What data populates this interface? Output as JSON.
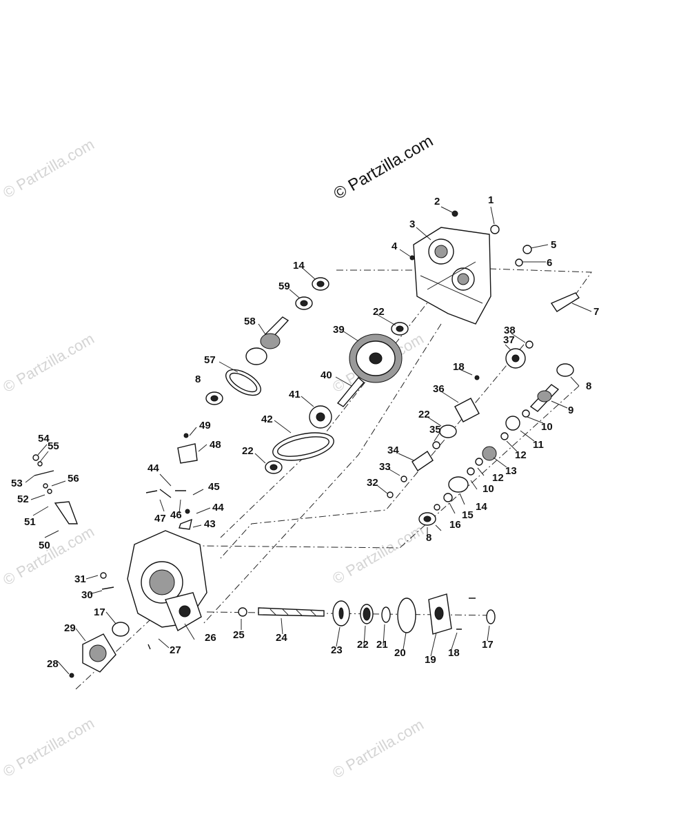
{
  "watermark": {
    "text": "© Partzilla.com",
    "main_text": "© Partzilla.com"
  },
  "callouts": [
    "1",
    "2",
    "3",
    "4",
    "5",
    "6",
    "7",
    "8",
    "8",
    "8",
    "9",
    "10",
    "10",
    "11",
    "12",
    "12",
    "13",
    "14",
    "14",
    "15",
    "16",
    "17",
    "17",
    "18",
    "18",
    "19",
    "20",
    "21",
    "22",
    "22",
    "22",
    "22",
    "23",
    "24",
    "25",
    "26",
    "27",
    "28",
    "29",
    "30",
    "31",
    "32",
    "33",
    "34",
    "35",
    "36",
    "37",
    "38",
    "39",
    "40",
    "41",
    "42",
    "43",
    "44",
    "44",
    "45",
    "46",
    "47",
    "48",
    "49",
    "50",
    "51",
    "52",
    "53",
    "54",
    "55",
    "56",
    "57",
    "58",
    "59"
  ],
  "colors": {
    "ink": "#111111",
    "watermark": "#d4d4d4",
    "background": "#ffffff"
  }
}
